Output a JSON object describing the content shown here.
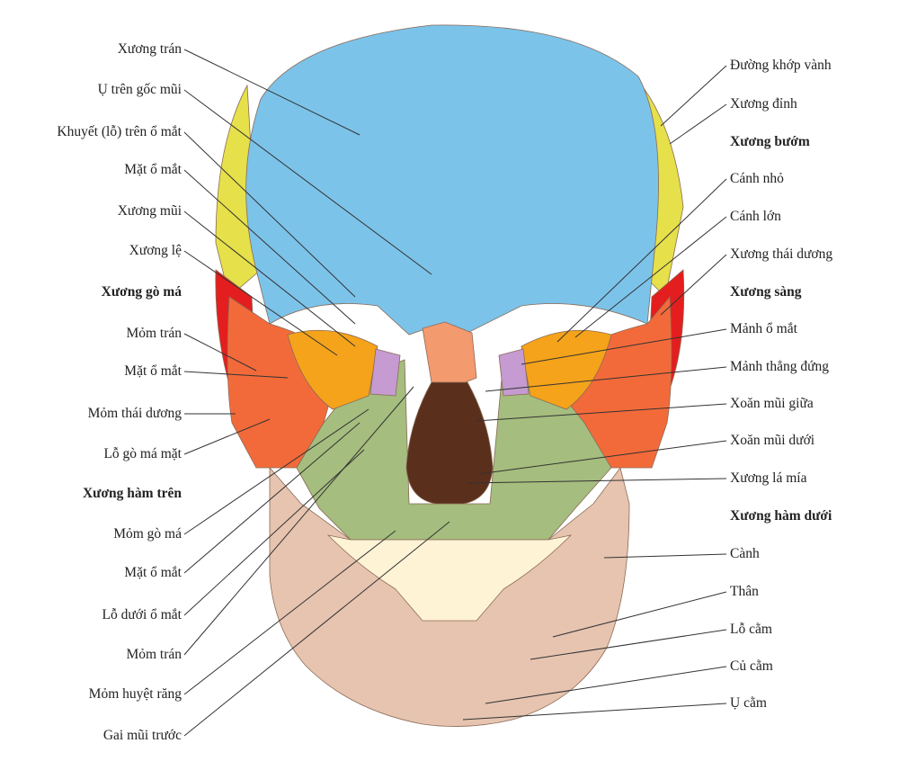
{
  "left_labels": [
    {
      "id": "xuong-tran",
      "text": "Xương trán"
    },
    {
      "id": "u-tren-goc-mui",
      "text": "Ụ trên gốc mũi"
    },
    {
      "id": "khuyet-tren-o-mat",
      "text": "Khuyết (lỗ) trên ổ mắt"
    },
    {
      "id": "mat-o-mat-1",
      "text": "Mặt ổ mắt"
    },
    {
      "id": "xuong-mui",
      "text": "Xương mũi"
    },
    {
      "id": "xuong-le",
      "text": "Xương lệ"
    },
    {
      "id": "xuong-go-ma",
      "text": "Xương gò má",
      "heading": true
    },
    {
      "id": "mom-tran-1",
      "text": "Mỏm trán"
    },
    {
      "id": "mat-o-mat-2",
      "text": "Mặt ổ mắt"
    },
    {
      "id": "mom-thai-duong",
      "text": "Mỏm thái dương"
    },
    {
      "id": "lo-go-ma-mat",
      "text": "Lỗ gò má mặt"
    },
    {
      "id": "xuong-ham-tren",
      "text": "Xương hàm trên",
      "heading": true
    },
    {
      "id": "mom-go-ma",
      "text": "Mỏm gò má"
    },
    {
      "id": "mat-o-mat-3",
      "text": "Mặt ổ mắt"
    },
    {
      "id": "lo-duoi-o-mat",
      "text": "Lỗ dưới ổ mắt"
    },
    {
      "id": "mom-tran-2",
      "text": "Mỏm trán"
    },
    {
      "id": "mom-huyet-rang",
      "text": "Mỏm huyệt răng"
    },
    {
      "id": "gai-mui-truoc",
      "text": "Gai mũi trước"
    }
  ],
  "right_labels": [
    {
      "id": "duong-khop-vanh",
      "text": "Đường khớp vành"
    },
    {
      "id": "xuong-dinh",
      "text": "Xương đỉnh"
    },
    {
      "id": "xuong-buom",
      "text": "Xương bướm",
      "heading": true
    },
    {
      "id": "canh-nho",
      "text": "Cánh nhỏ"
    },
    {
      "id": "canh-lon",
      "text": "Cánh lớn"
    },
    {
      "id": "xuong-thai-duong",
      "text": "Xương thái dương"
    },
    {
      "id": "xuong-sang",
      "text": "Xương sàng",
      "heading": true
    },
    {
      "id": "manh-o-mat",
      "text": "Mảnh ổ mắt"
    },
    {
      "id": "manh-thang-dung",
      "text": "Mảnh thẳng đứng"
    },
    {
      "id": "xoan-mui-giua",
      "text": "Xoăn mũi giữa"
    },
    {
      "id": "xoan-mui-duoi",
      "text": "Xoăn mũi dưới"
    },
    {
      "id": "xuong-la-mia",
      "text": "Xương lá mía"
    },
    {
      "id": "xuong-ham-duoi",
      "text": "Xương hàm dưới",
      "heading": true
    },
    {
      "id": "canh",
      "text": "Cành"
    },
    {
      "id": "than",
      "text": "Thân"
    },
    {
      "id": "lo-cam",
      "text": "Lỗ cằm"
    },
    {
      "id": "cu-cam",
      "text": "Củ cằm"
    },
    {
      "id": "u-cam",
      "text": "Ụ cằm"
    }
  ],
  "colors": {
    "frontal": "#7cc3ea",
    "parietal": "#e6e04a",
    "zygomatic": "#f36a3a",
    "temporal": "#e41e1e",
    "sphenoid": "#f5a31a",
    "ethmoid": "#c59bd1",
    "maxilla": "#a5bd7e",
    "nasal": "#f39a6e",
    "mandible": "#e6c4b0",
    "teeth": "#fff3d6",
    "line": "#333333"
  }
}
